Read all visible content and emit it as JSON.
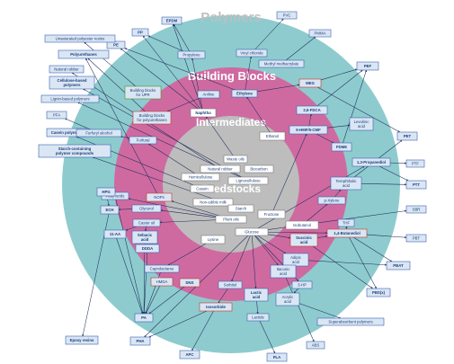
{
  "diagram": {
    "title": "Polymers",
    "rings": {
      "building_blocks": "Building Blocks",
      "intermediates": "Intermediates",
      "feedstocks": "Feedstocks"
    },
    "colors": {
      "teal_ring": "#8ecbce",
      "magenta_ring": "#cf6aa1",
      "gray_ring": "#bdbdbd",
      "title_gray": "#bfbfbf",
      "box_fill": "#dbe6f4",
      "box_border": "#3a63b0",
      "box_text": "#1b3f78",
      "red_border": "#c0392b",
      "green_border": "#4a8c2a",
      "white_box": "#ffffff",
      "arrow": "#1f2f5c"
    },
    "nodes": [
      {
        "id": "EPDM",
        "label": "EPDM",
        "style": "polymer-bold"
      },
      {
        "id": "PP",
        "label": "PP",
        "style": "polymer-bold"
      },
      {
        "id": "PE",
        "label": "PE",
        "style": "polymer-bold"
      },
      {
        "id": "PVC",
        "label": "PVC",
        "style": "polymer"
      },
      {
        "id": "PMMA",
        "label": "PMMA",
        "style": "polymer"
      },
      {
        "id": "PEF",
        "label": "PEF",
        "style": "polymer-bold"
      },
      {
        "id": "PET",
        "label": "PET",
        "style": "polymer-bold"
      },
      {
        "id": "PTF",
        "label": "PTF",
        "style": "polymer"
      },
      {
        "id": "PTT",
        "label": "PTT",
        "style": "polymer-bold"
      },
      {
        "id": "SBR",
        "label": "SBR",
        "style": "polymer"
      },
      {
        "id": "PBT",
        "label": "PBT",
        "style": "polymer"
      },
      {
        "id": "PBAT",
        "label": "PBAT",
        "style": "polymer-bold"
      },
      {
        "id": "PBS",
        "label": "PBS(x)",
        "style": "polymer-bold"
      },
      {
        "id": "SAP",
        "label": "Superabsorbent polymers",
        "style": "polymer"
      },
      {
        "id": "ABS",
        "label": "ABS",
        "style": "polymer"
      },
      {
        "id": "PLA",
        "label": "PLA",
        "style": "polymer-bold"
      },
      {
        "id": "APC",
        "label": "APC",
        "style": "polymer-bold"
      },
      {
        "id": "PHA",
        "label": "PHA",
        "style": "polymer-bold"
      },
      {
        "id": "EPOXY",
        "label": "Epoxy resins",
        "style": "polymer-bold"
      },
      {
        "id": "PA",
        "label": "PA",
        "style": "polymer-bold"
      },
      {
        "id": "STARCHPOLY",
        "label": "Starch-containing|polymer compounds",
        "style": "polymer-bold"
      },
      {
        "id": "CASEINPOLY",
        "label": "Casein polymers",
        "style": "polymer-bold"
      },
      {
        "id": "PFA",
        "label": "PFA",
        "style": "polymer"
      },
      {
        "id": "LIGNINPOLY",
        "label": "Lignin-based polymers",
        "style": "polymer"
      },
      {
        "id": "CELLPOLY",
        "label": "Cellulose-based|polymers",
        "style": "polymer-bold"
      },
      {
        "id": "NATRUBBER",
        "label": "Natural rubber",
        "style": "polymer"
      },
      {
        "id": "POLYURETHANES",
        "label": "Polyurethanes",
        "style": "polymer-bold"
      },
      {
        "id": "UPR",
        "label": "Unsaturated polyester resins",
        "style": "polymer"
      },
      {
        "id": "PROPYLENE",
        "label": "Propylene",
        "style": "inner"
      },
      {
        "id": "VINYL",
        "label": "Vinyl chloride",
        "style": "inner"
      },
      {
        "id": "METHMETH",
        "label": "Methyl methacrylate",
        "style": "inner"
      },
      {
        "id": "ETHYLENE",
        "label": "Ethylene",
        "style": "inner-bold"
      },
      {
        "id": "ANILINE",
        "label": "Aniline",
        "style": "inner"
      },
      {
        "id": "BBUPR",
        "label": "Building blocks|for UPR",
        "style": "green"
      },
      {
        "id": "BBPU",
        "label": "Building blocks|for polyurethanes",
        "style": "red"
      },
      {
        "id": "MEG",
        "label": "MEG",
        "style": "inner-bold-red"
      },
      {
        "id": "FDCA",
        "label": "2,5-FDCA",
        "style": "inner-bold"
      },
      {
        "id": "LEVUL",
        "label": "Levulinic|acid",
        "style": "inner"
      },
      {
        "id": "HMF",
        "label": "5-HMF/5-CMF",
        "style": "inner-bold"
      },
      {
        "id": "FDME",
        "label": "FDME",
        "style": "inner-bold"
      },
      {
        "id": "PDO",
        "label": "1,3-Propanediol",
        "style": "inner-bold"
      },
      {
        "id": "TEREPH",
        "label": "Terephthalic|acid",
        "style": "inner"
      },
      {
        "id": "PXYL",
        "label": "p-Xylene",
        "style": "inner"
      },
      {
        "id": "THF",
        "label": "THF",
        "style": "inner"
      },
      {
        "id": "BDO",
        "label": "1,4-Butanediol",
        "style": "inner-bold-red"
      },
      {
        "id": "SUCC",
        "label": "Succinic|acid",
        "style": "inner-bold-red"
      },
      {
        "id": "ADIPIC",
        "label": "Adipic|acid",
        "style": "inner"
      },
      {
        "id": "HP3",
        "label": "3-HP",
        "style": "inner"
      },
      {
        "id": "ACRYL",
        "label": "Acrylic|acid",
        "style": "inner"
      },
      {
        "id": "ITACON",
        "label": "Itaconic|acid",
        "style": "inner"
      },
      {
        "id": "LACTIC",
        "label": "Lactic|acid",
        "style": "inner-bold"
      },
      {
        "id": "LACTIDE",
        "label": "Lactide",
        "style": "inner"
      },
      {
        "id": "SORBITOL",
        "label": "Sorbitol",
        "style": "inner"
      },
      {
        "id": "ISOSORB",
        "label": "Isosorbide",
        "style": "inner-bold-red"
      },
      {
        "id": "DNS",
        "label": "DNS",
        "style": "inner-bold-red"
      },
      {
        "id": "HMDA",
        "label": "HMDA",
        "style": "inner-red"
      },
      {
        "id": "CAPRO",
        "label": "Caprolactame",
        "style": "inner"
      },
      {
        "id": "DDDA",
        "label": "DDDA",
        "style": "inner-bold"
      },
      {
        "id": "SEBACIC",
        "label": "Sebacic|acid",
        "style": "inner-bold"
      },
      {
        "id": "AA11",
        "label": "11-AA",
        "style": "inner-bold"
      },
      {
        "id": "CASTOR",
        "label": "Castor oil",
        "style": "inner"
      },
      {
        "id": "ECH",
        "label": "ECH",
        "style": "inner-bold"
      },
      {
        "id": "FATTY",
        "label": "Fatty acids",
        "style": "inner"
      },
      {
        "id": "HPG",
        "label": "HPG",
        "style": "inner-bold"
      },
      {
        "id": "GLYCEROL",
        "label": "Glycerol",
        "style": "inner"
      },
      {
        "id": "NOPS",
        "label": "NOPs",
        "style": "inner-red"
      },
      {
        "id": "FURFURYL",
        "label": "Furfuryl alcohol",
        "style": "inner"
      },
      {
        "id": "FURFURAL",
        "label": "Furfural",
        "style": "inner"
      },
      {
        "id": "NAPHTHA",
        "label": "Naphtha",
        "style": "white-bold"
      },
      {
        "id": "ETHANOL",
        "label": "Ethanol",
        "style": "white"
      },
      {
        "id": "FRUCTOSE",
        "label": "Fructose",
        "style": "white"
      },
      {
        "id": "ISOBUT",
        "label": "Isobutanol",
        "style": "white"
      },
      {
        "id": "GLUCOSE",
        "label": "Glucose",
        "style": "white"
      },
      {
        "id": "LYSINE",
        "label": "Lysine",
        "style": "white"
      },
      {
        "id": "WASTEOILS",
        "label": "Waste oils",
        "style": "white"
      },
      {
        "id": "NATRUB2",
        "label": "Natural rubber",
        "style": "white"
      },
      {
        "id": "BIOCARB",
        "label": "Biocarbon",
        "style": "white"
      },
      {
        "id": "LIGNOCELL",
        "label": "Lignocellulose",
        "style": "white"
      },
      {
        "id": "HEMICELL",
        "label": "Hemicellulose",
        "style": "white"
      },
      {
        "id": "CASEIN",
        "label": "Casein",
        "style": "white"
      },
      {
        "id": "NONEDMILK",
        "label": "Non-edible milk",
        "style": "white"
      },
      {
        "id": "STARCH",
        "label": "Starch",
        "style": "white"
      },
      {
        "id": "PLANTOILS",
        "label": "Plant oils",
        "style": "white"
      }
    ],
    "edges": [
      [
        "NAPHTHA",
        "PROPYLENE"
      ],
      [
        "NAPHTHA",
        "EPDM"
      ],
      [
        "NAPHTHA",
        "PP"
      ],
      [
        "NAPHTHA",
        "PE"
      ],
      [
        "PROPYLENE",
        "PP"
      ],
      [
        "PROPYLENE",
        "EPDM"
      ],
      [
        "ETHYLENE",
        "PE"
      ],
      [
        "ETHYLENE",
        "VINYL"
      ],
      [
        "VINYL",
        "PVC"
      ],
      [
        "ETHYLENE",
        "MEG"
      ],
      [
        "METHMETH",
        "PMMA"
      ],
      [
        "ETHANOL",
        "ETHYLENE"
      ],
      [
        "MEG",
        "PEF"
      ],
      [
        "MEG",
        "PET"
      ],
      [
        "FDCA",
        "PEF"
      ],
      [
        "HMF",
        "FDCA"
      ],
      [
        "HMF",
        "LEVUL"
      ],
      [
        "HMF",
        "FDME"
      ],
      [
        "FDME",
        "PEF"
      ],
      [
        "FRUCTOSE",
        "HMF"
      ],
      [
        "GLUCOSE",
        "PDO"
      ],
      [
        "PDO",
        "PTF"
      ],
      [
        "PDO",
        "PTT"
      ],
      [
        "TEREPH",
        "PTT"
      ],
      [
        "TEREPH",
        "PET"
      ],
      [
        "PXYL",
        "TEREPH"
      ],
      [
        "ISOBUT",
        "PXYL"
      ],
      [
        "GLUCOSE",
        "BDO"
      ],
      [
        "BDO",
        "PBT"
      ],
      [
        "BDO",
        "PBAT"
      ],
      [
        "BDO",
        "PBS"
      ],
      [
        "BDO",
        "THF"
      ],
      [
        "SUCC",
        "BDO"
      ],
      [
        "SUCC",
        "PBS"
      ],
      [
        "ADIPIC",
        "PBAT"
      ],
      [
        "GLUCOSE",
        "SUCC"
      ],
      [
        "GLUCOSE",
        "ADIPIC"
      ],
      [
        "GLUCOSE",
        "HP3"
      ],
      [
        "HP3",
        "ACRYL"
      ],
      [
        "ACRYL",
        "SAP"
      ],
      [
        "GLUCOSE",
        "ITACON"
      ],
      [
        "ITACON",
        "ABS"
      ],
      [
        "GLUCOSE",
        "LACTIC"
      ],
      [
        "LACTIC",
        "LACTIDE"
      ],
      [
        "LACTIDE",
        "PLA"
      ],
      [
        "GLUCOSE",
        "SORBITOL"
      ],
      [
        "SORBITOL",
        "ISOSORB"
      ],
      [
        "ISOSORB",
        "APC"
      ],
      [
        "ISOSORB",
        "PHA"
      ],
      [
        "GLUCOSE",
        "PHA"
      ],
      [
        "GLUCOSE",
        "SBR"
      ],
      [
        "LYSINE",
        "CAPRO"
      ],
      [
        "CAPRO",
        "PA"
      ],
      [
        "HMDA",
        "PA"
      ],
      [
        "DNS",
        "PA"
      ],
      [
        "SEBACIC",
        "PA"
      ],
      [
        "DDDA",
        "PA"
      ],
      [
        "AA11",
        "PA"
      ],
      [
        "CASTOR",
        "SEBACIC"
      ],
      [
        "CASTOR",
        "AA11"
      ],
      [
        "PLANTOILS",
        "CASTOR"
      ],
      [
        "PLANTOILS",
        "GLYCEROL"
      ],
      [
        "GLYCEROL",
        "ECH"
      ],
      [
        "ECH",
        "EPOXY"
      ],
      [
        "FATTY",
        "PA"
      ],
      [
        "PLANTOILS",
        "FATTY"
      ],
      [
        "HPG",
        "ECH"
      ],
      [
        "NOPS",
        "POLYURETHANES"
      ],
      [
        "PLANTOILS",
        "NOPS"
      ],
      [
        "STARCH",
        "STARCHPOLY"
      ],
      [
        "CASEIN",
        "CASEINPOLY"
      ],
      [
        "FURFURAL",
        "FURFURYL"
      ],
      [
        "FURFURYL",
        "PFA"
      ],
      [
        "HEMICELL",
        "FURFURAL"
      ],
      [
        "LIGNOCELL",
        "LIGNINPOLY"
      ],
      [
        "LIGNOCELL",
        "CELLPOLY"
      ],
      [
        "NATRUB2",
        "NATRUBBER"
      ],
      [
        "BBUPR",
        "UPR"
      ],
      [
        "BBPU",
        "POLYURETHANES"
      ],
      [
        "ANILINE",
        "BBPU"
      ],
      [
        "WASTEOILS",
        "NAPHTHA"
      ]
    ]
  }
}
